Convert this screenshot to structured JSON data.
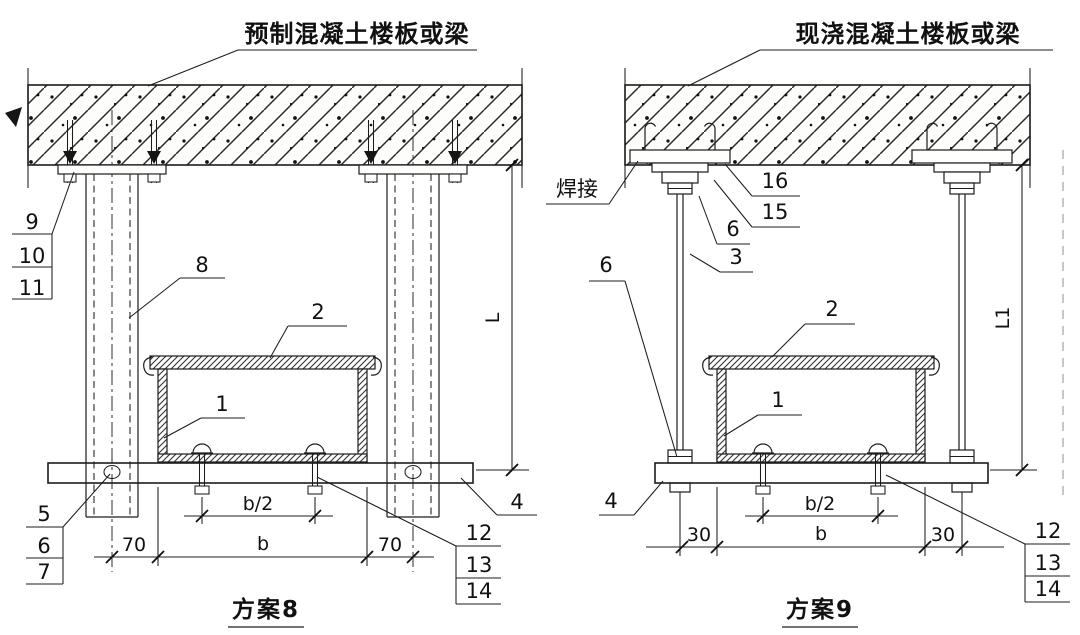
{
  "drawing": {
    "left": {
      "title": "预制混凝土楼板或梁",
      "scheme": "方案8",
      "stack_anchor": [
        "9",
        "10",
        "11"
      ],
      "stack_base": [
        "5",
        "6",
        "7"
      ],
      "stack_bolt": [
        "12",
        "13",
        "14"
      ],
      "callouts": {
        "channel": "8",
        "cover": "2",
        "tray": "1",
        "plate": "4"
      },
      "dims": {
        "offset_left": "70",
        "width": "b",
        "offset_right": "70",
        "half_width": "b/2",
        "height": "L"
      }
    },
    "right": {
      "title": "现浇混凝土楼板或梁",
      "scheme": "方案9",
      "weld": "焊接",
      "stack_bolt": [
        "12",
        "13",
        "14"
      ],
      "callouts": {
        "embed_plate": "16",
        "bracket": "15",
        "nut_upper": "6",
        "rod": "3",
        "nut_lower": "6",
        "plate": "4",
        "cover": "2",
        "tray": "1"
      },
      "dims": {
        "offset_left": "30",
        "width": "b",
        "offset_right": "30",
        "half_width": "b/2",
        "height": "L1"
      }
    },
    "colors": {
      "ink": "#1c1c1c",
      "paper": "#ffffff"
    }
  }
}
